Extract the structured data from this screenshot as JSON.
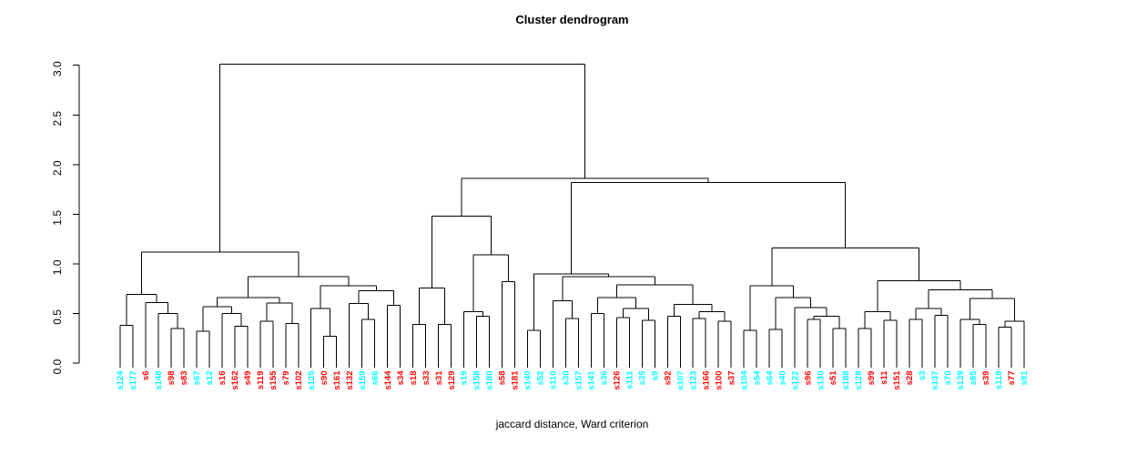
{
  "title": "Cluster dendrogram",
  "caption": "jaccard distance, Ward criterion",
  "y_axis": {
    "tick_labels": [
      "0.0",
      "0.5",
      "1.0",
      "1.5",
      "2.0",
      "2.5",
      "3.0"
    ],
    "tick_values": [
      0,
      0.5,
      1,
      1.5,
      2,
      2.5,
      3
    ]
  },
  "cluster_colors": {
    "cyan": "#00FFFF",
    "red": "#FF0000",
    "line": "#000000"
  },
  "chart_data": {
    "type": "dendrogram",
    "title": "Cluster dendrogram",
    "xlabel": "jaccard distance, Ward criterion",
    "ylim": [
      0,
      3.0
    ],
    "n_leaves": 72,
    "leaf_colors": {
      "s124": "cyan",
      "s177": "cyan",
      "s6": "red",
      "s148": "cyan",
      "s98": "red",
      "s83": "red",
      "s67": "cyan",
      "s12": "cyan",
      "s16": "red",
      "s162": "red",
      "s49": "red",
      "s119": "red",
      "s155": "red",
      "s79": "red",
      "s102": "red",
      "s125": "cyan",
      "s90": "red",
      "s161": "red",
      "s132": "red",
      "s159": "cyan",
      "s66": "cyan",
      "s144": "red",
      "s34": "red",
      "s18": "red",
      "s33": "red",
      "s31": "red",
      "s129": "red",
      "s19": "cyan",
      "s158": "cyan",
      "s180": "cyan",
      "s58": "red",
      "s181": "red",
      "s140": "cyan",
      "s52": "cyan",
      "s110": "cyan",
      "s30": "cyan",
      "s157": "cyan",
      "s141": "cyan",
      "s36": "cyan",
      "s126": "red",
      "s111": "cyan",
      "s35": "cyan",
      "s9": "cyan",
      "s92": "red",
      "s107": "cyan",
      "s123": "cyan",
      "s166": "red",
      "s100": "red",
      "s37": "red",
      "s104": "cyan",
      "s54": "cyan",
      "s64": "cyan",
      "s40": "cyan",
      "s122": "cyan",
      "s96": "red",
      "s130": "cyan",
      "s51": "red",
      "s188": "cyan",
      "s128": "cyan",
      "s99": "red",
      "s11": "red",
      "s151": "red",
      "s28": "red",
      "s3": "cyan",
      "s137": "cyan",
      "s70": "cyan",
      "s139": "cyan",
      "s85": "cyan",
      "s39": "red",
      "s118": "cyan",
      "s77": "red",
      "s91": "cyan"
    },
    "tree": [
      3.01,
      [
        1.12,
        [
          0.69,
          [
            0.38,
            "s124",
            "s177"
          ],
          [
            0.61,
            "s6",
            [
              0.5,
              "s148",
              [
                0.35,
                "s98",
                "s83"
              ]
            ]
          ]
        ],
        [
          0.87,
          [
            0.66,
            [
              0.57,
              [
                0.32,
                "s67",
                "s12"
              ],
              [
                0.5,
                "s16",
                [
                  0.37,
                  "s162",
                  "s49"
                ]
              ]
            ],
            [
              0.605,
              [
                0.42,
                "s119",
                "s155"
              ],
              [
                0.4,
                "s79",
                "s102"
              ]
            ]
          ],
          [
            0.78,
            [
              0.55,
              "s125",
              [
                0.27,
                "s90",
                "s161"
              ]
            ],
            [
              0.73,
              [
                0.6,
                "s132",
                [
                  0.44,
                  "s159",
                  "s66"
                ]
              ],
              [
                0.58,
                "s144",
                "s34"
              ]
            ]
          ]
        ]
      ],
      [
        1.86,
        [
          1.48,
          [
            0.755,
            [
              0.39,
              "s18",
              "s33"
            ],
            [
              0.39,
              "s31",
              "s129"
            ]
          ],
          [
            1.09,
            [
              0.52,
              "s19",
              [
                0.47,
                "s158",
                "s180"
              ]
            ],
            [
              0.82,
              "s58",
              "s181"
            ]
          ]
        ],
        [
          1.82,
          [
            0.9,
            [
              0.33,
              "s140",
              "s52"
            ],
            [
              0.87,
              [
                0.63,
                "s110",
                [
                  0.45,
                  "s30",
                  "s157"
                ]
              ],
              [
                0.79,
                [
                  0.66,
                  [
                    0.5,
                    "s141",
                    "s36"
                  ],
                  [
                    0.55,
                    [
                      0.46,
                      "s126",
                      "s111"
                    ],
                    [
                      0.43,
                      "s35",
                      "s9"
                    ]
                  ]
                ],
                [
                  0.59,
                  [
                    0.47,
                    "s92",
                    "s107"
                  ],
                  [
                    0.52,
                    [
                      0.45,
                      "s123",
                      "s166"
                    ],
                    [
                      0.42,
                      "s100",
                      "s37"
                    ]
                  ]
                ]
              ]
            ]
          ],
          [
            1.16,
            [
              0.78,
              [
                0.33,
                "s104",
                "s54"
              ],
              [
                0.66,
                [
                  0.34,
                  "s64",
                  "s40"
                ],
                [
                  0.56,
                  "s122",
                  [
                    0.47,
                    [
                      0.44,
                      "s96",
                      "s130"
                    ],
                    [
                      0.35,
                      "s51",
                      "s188"
                    ]
                  ]
                ]
              ]
            ],
            [
              0.83,
              [
                0.52,
                [
                  0.35,
                  "s128",
                  "s99"
                ],
                [
                  0.43,
                  "s11",
                  "s151"
                ]
              ],
              [
                0.74,
                [
                  0.55,
                  [
                    0.44,
                    "s28",
                    "s3"
                  ],
                  [
                    0.48,
                    "s137",
                    "s70"
                  ]
                ],
                [
                  0.65,
                  [
                    0.44,
                    "s139",
                    [
                      0.39,
                      "s85",
                      "s39"
                    ]
                  ],
                  [
                    0.42,
                    [
                      0.36,
                      "s118",
                      "s77"
                    ],
                    "s91"
                  ]
                ]
              ]
            ]
          ]
        ]
      ]
    ]
  }
}
